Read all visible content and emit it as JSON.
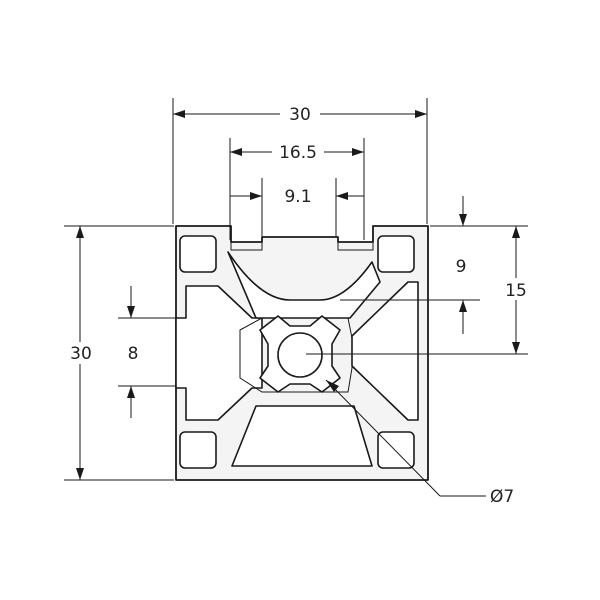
{
  "dimensions": {
    "overall_width": "30",
    "slot_outer_width": "16.5",
    "slot_opening": "9.1",
    "half_height": "15",
    "slot_depth": "9",
    "overall_height": "30",
    "side_slot_opening": "8",
    "bore_diameter": "7"
  },
  "diameter_symbol": "Ø"
}
